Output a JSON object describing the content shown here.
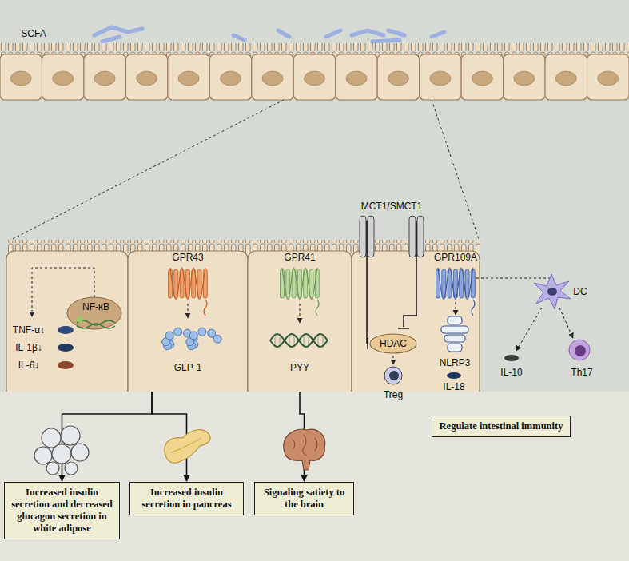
{
  "diagram": {
    "nodes": [
      {
        "text": [
          "GPR43",
          "GLP-1"
        ]
      },
      {
        "text": [
          "GPR41",
          "PYY"
        ]
      },
      {
        "text": [
          "HDAC"
        ]
      },
      {
        "text": [
          "Increased insulin secretion and decreased glucagon secretion in white adipose"
        ]
      },
      {
        "text": [
          "Increased insulin secretion in pancreas"
        ]
      },
      {
        "text": [
          "Signaling satiety to the brain"
        ]
      },
      {
        "text": [
          "Regulate intestinal immunity"
        ]
      }
    ],
    "edges": [
      {
        "from": 0,
        "to": 3,
        "arrow": "to"
      },
      {
        "from": 0,
        "to": 4,
        "arrow": "to"
      },
      {
        "from": 1,
        "to": 5,
        "arrow": "to"
      }
    ],
    "labels": [
      "SCFA",
      "TNF-α↓",
      "IL-1β↓",
      "IL-6↓",
      "NF-κB",
      "MCT1/SMCT1",
      "GPR109A",
      "NLRP3",
      "Treg",
      "IL-18",
      "DC",
      "IL-10",
      "Th17"
    ]
  }
}
